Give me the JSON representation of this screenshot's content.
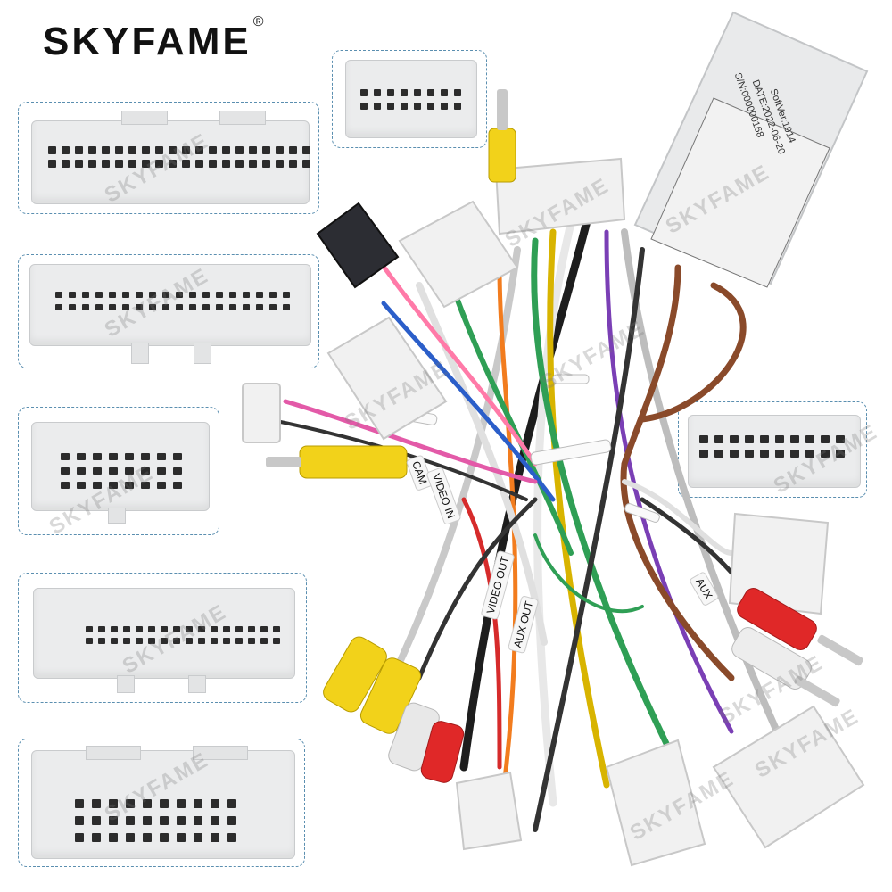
{
  "brand": {
    "name": "SKYFAME",
    "mark": "®",
    "watermark": "SKYFAME"
  },
  "module": {
    "lines": [
      "SoftVer:1914",
      "DATE:2022-06-20",
      "S/N:000000168"
    ]
  },
  "cable_labels": {
    "cam": "CAM",
    "video_in": "VIDEO IN",
    "video_out": "VIDEO OUT",
    "aux_out": "AUX OUT",
    "aux": "AUX"
  }
}
